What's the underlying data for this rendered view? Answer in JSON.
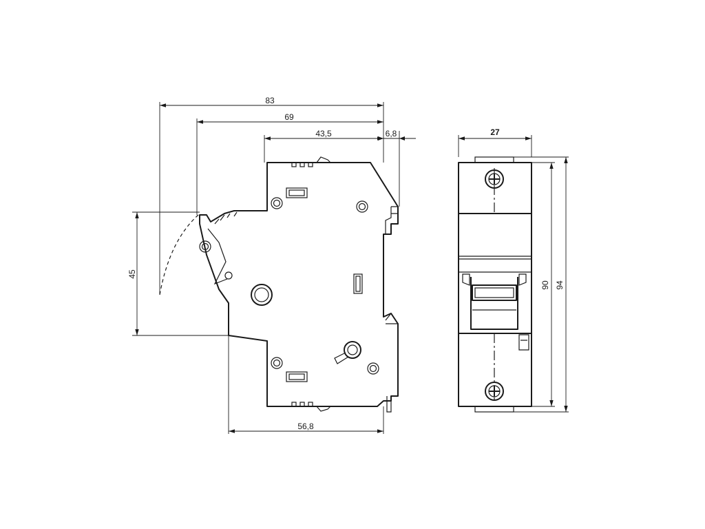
{
  "dimensions": {
    "overall_depth": "83",
    "handle_depth": "69",
    "front_depth": "43,5",
    "clip_offset": "6,8",
    "base_depth": "56,8",
    "handle_height": "45",
    "module_width": "27",
    "body_height": "90",
    "total_height": "94"
  },
  "colors": {
    "line": "#1a1a1a",
    "background": "#ffffff"
  }
}
